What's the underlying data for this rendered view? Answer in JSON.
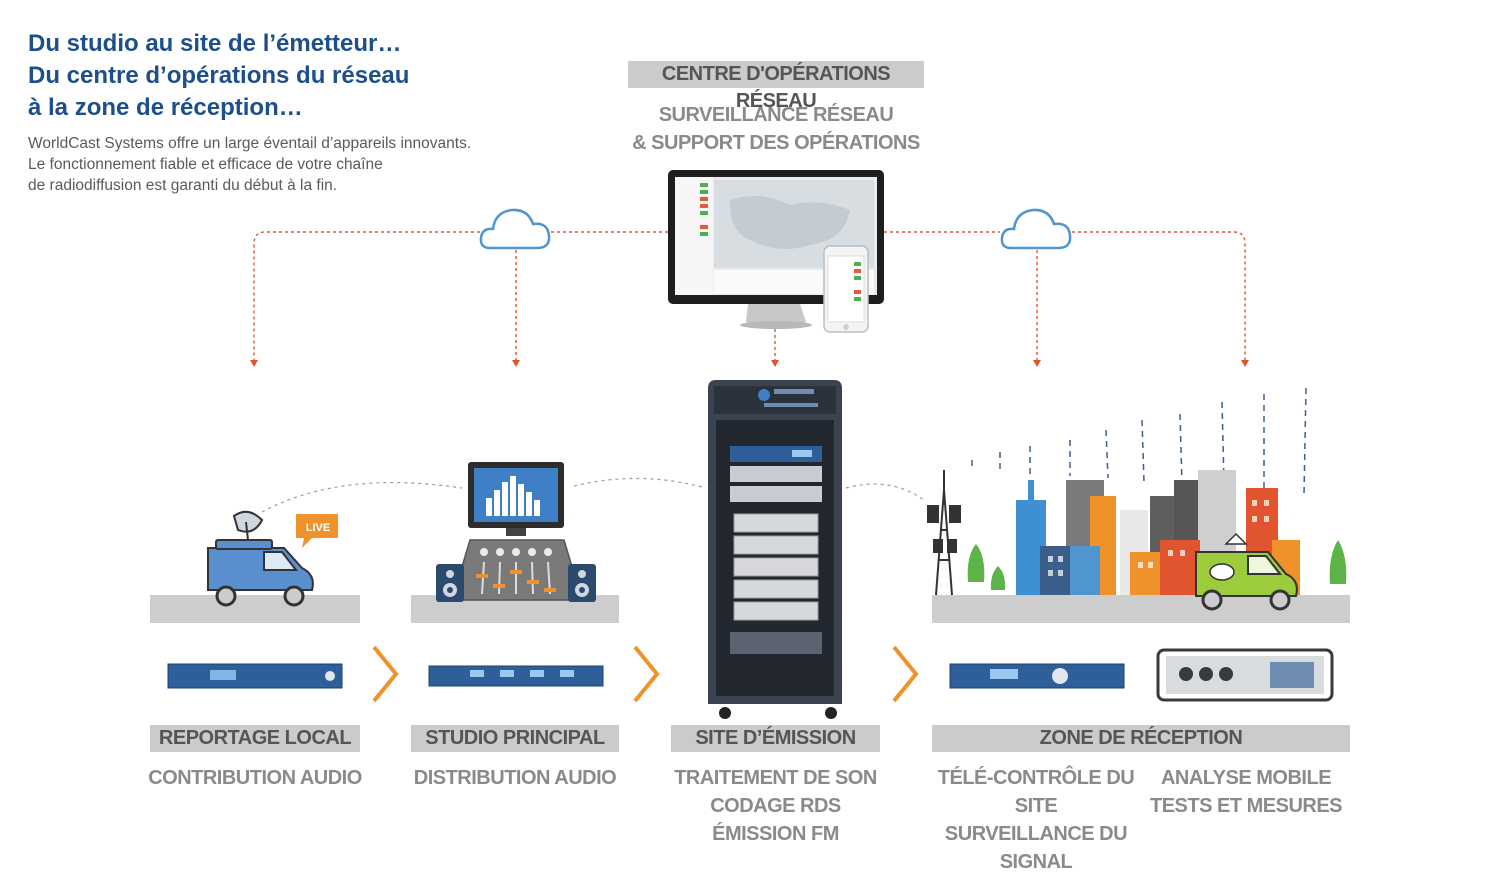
{
  "headline": {
    "line1": "Du studio au site de l’émetteur…",
    "line2": "Du centre d’opérations du réseau",
    "line3": "à la zone de réception…"
  },
  "intro": {
    "line1": "WorldCast Systems offre un large éventail d’appareils innovants.",
    "line2": "Le fonctionnement fiable et efficace de votre chaîne",
    "line3": "de radiodiffusion est garanti du début à la fin."
  },
  "noc": {
    "banner": "CENTRE D'OPÉRATIONS RÉSEAU",
    "sub1": "SURVEILLANCE RÉSEAU",
    "sub2": "& SUPPORT DES OPÉRATIONS"
  },
  "live_badge": "LIVE",
  "stages": [
    {
      "title": "REPORTAGE LOCAL",
      "sub1": "CONTRIBUTION AUDIO"
    },
    {
      "title": "STUDIO PRINCIPAL",
      "sub1": "DISTRIBUTION AUDIO"
    },
    {
      "title": "SITE D’ÉMISSION",
      "sub1": "TRAITEMENT DE SON",
      "sub2": "CODAGE RDS",
      "sub3": "ÉMISSION FM"
    },
    {
      "title": "ZONE DE RÉCEPTION"
    }
  ],
  "reception": {
    "left1": "TÉLÉ-CONTRÔLE DU SITE",
    "left2": "SURVEILLANCE DU SIGNAL",
    "right1": "ANALYSE MOBILE",
    "right2": "TESTS ET MESURES"
  },
  "colors": {
    "headline": "#1d4f8a",
    "accent_orange": "#f0922b",
    "arrow_red": "#e0552d",
    "banner_bg": "#cbcbcb",
    "van_blue": "#5a8fcf",
    "van_green": "#9ccb3b",
    "rack_dark": "#3b4350",
    "cloud_blue": "#4f95cf"
  },
  "icons": [
    "cloud-icon",
    "monitor-icon",
    "smartphone-icon",
    "van-icon",
    "satellite-dish-icon",
    "mixer-icon",
    "speaker-icon",
    "rack-icon",
    "chevron-right-icon",
    "city-icon",
    "tower-icon",
    "tree-icon",
    "rack-device-icon"
  ]
}
